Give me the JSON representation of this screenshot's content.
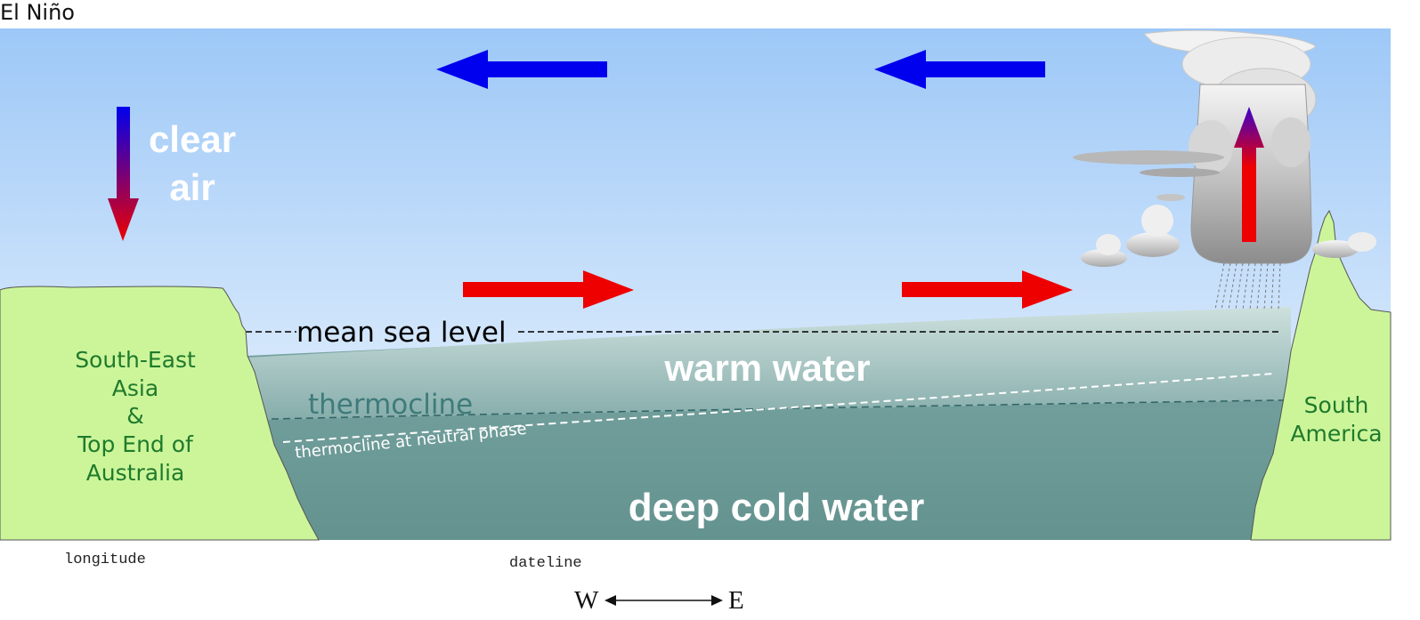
{
  "title": "El Niño",
  "labels": {
    "clear_air_line1": "clear",
    "clear_air_line2": "air",
    "mean_sea_level": "mean sea level",
    "warm_water": "warm water",
    "thermocline": "thermocline",
    "thermocline_neutral": "thermocline at neutral phase",
    "deep_cold_water": "deep cold water",
    "sea_asia_line1": "South-East",
    "sea_asia_line2": "Asia",
    "sea_asia_line3": "&",
    "sea_asia_line4": "Top End of",
    "sea_asia_line5": "Australia",
    "south_america_line1": "South",
    "south_america_line2": "America",
    "longitude": "longitude",
    "dateline": "dateline",
    "west": "W",
    "east": "E"
  },
  "colors": {
    "sky_top": "#9dc8f7",
    "sky_bottom": "#eef5fd",
    "land": "#ccf59a",
    "land_text": "#1f7a2c",
    "warm_water_top": "#c7dcd9",
    "deep_water": "#6d9c9b",
    "wind_upper": "#0000ee",
    "wind_surface": "#ee0000"
  },
  "icons": {
    "descending_air": "down-arrow-blue-to-red",
    "rising_air": "up-arrow-red-to-blue",
    "upper_winds": "left-arrow-blue",
    "surface_winds": "right-arrow-red",
    "storm": "cumulonimbus-cloud-with-rain"
  }
}
